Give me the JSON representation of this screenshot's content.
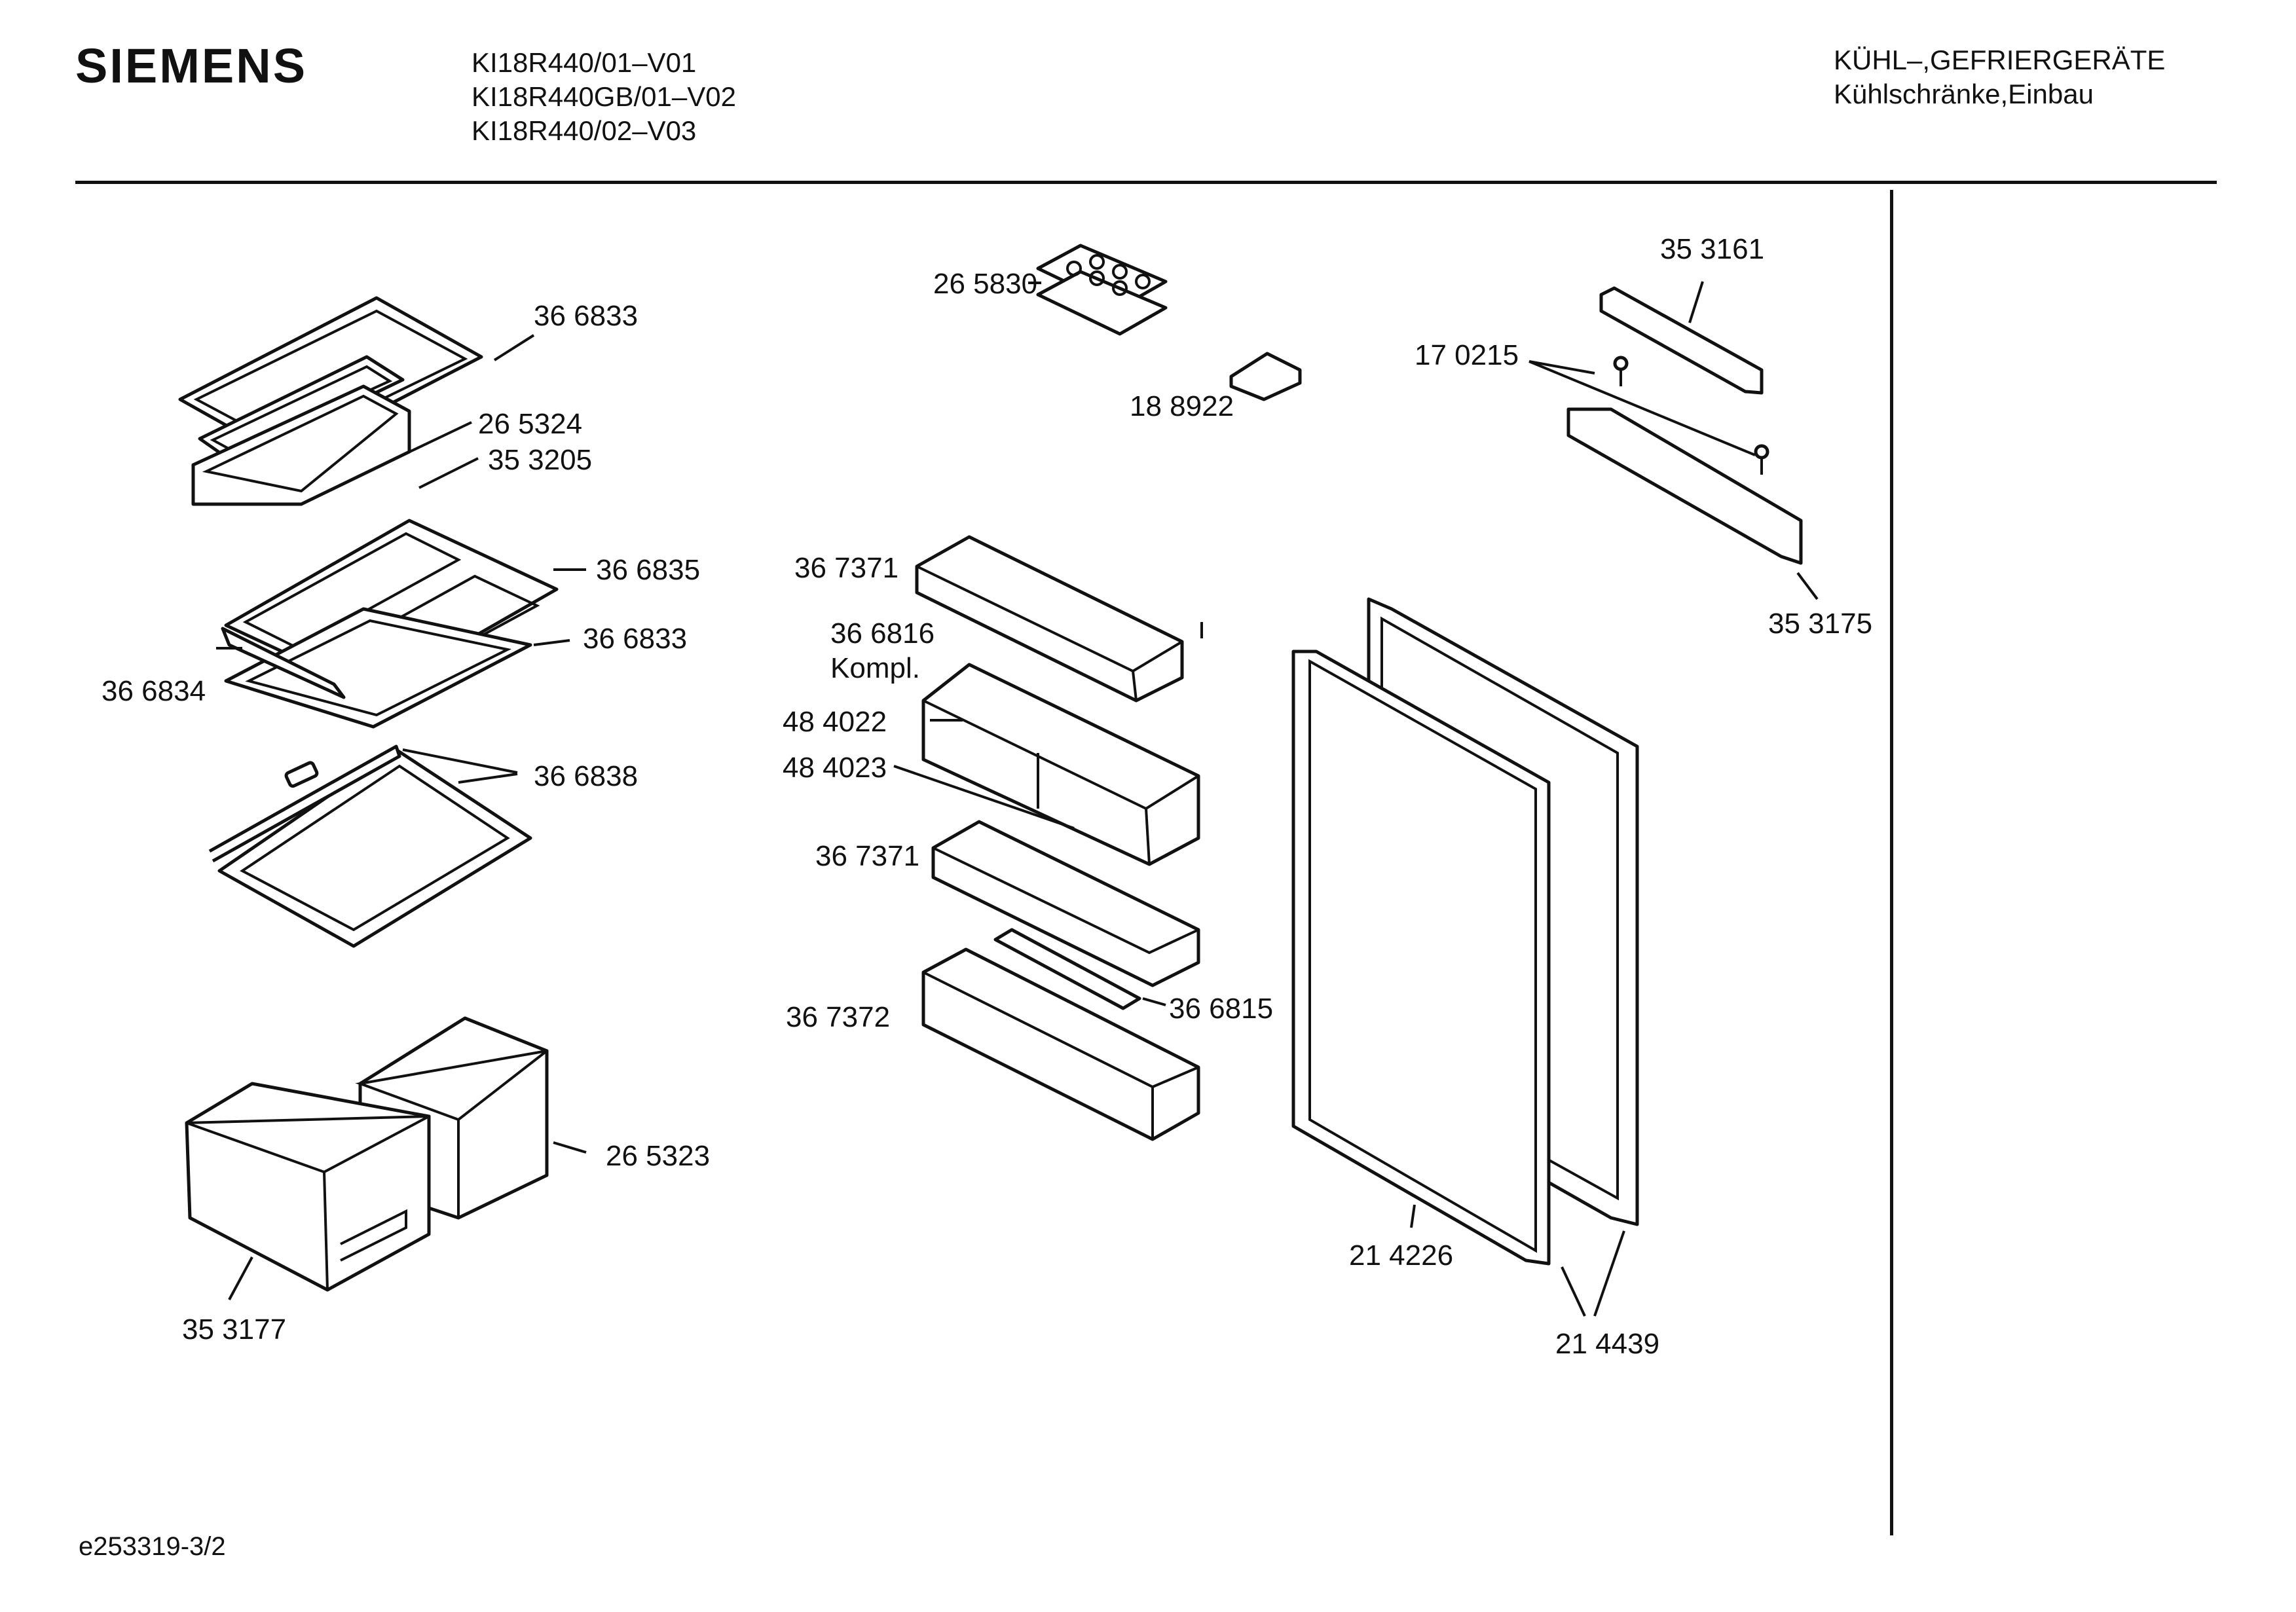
{
  "header": {
    "brand": "SIEMENS",
    "models": [
      "KI18R440/01–V01",
      "KI18R440GB/01–V02",
      "KI18R440/02–V03"
    ],
    "category": [
      "KÜHL–,GEFRIERGERÄTE",
      "Kühlschränke,Einbau"
    ]
  },
  "footer": {
    "doc_id": "e253319-3/2"
  },
  "parts": [
    {
      "key": "p366833a",
      "text": "36 6833"
    },
    {
      "key": "p265324",
      "text": "26 5324"
    },
    {
      "key": "p353205",
      "text": "35 3205"
    },
    {
      "key": "p366835",
      "text": "36 6835"
    },
    {
      "key": "p366833b",
      "text": "36 6833"
    },
    {
      "key": "p366834",
      "text": "36 6834"
    },
    {
      "key": "p366838",
      "text": "36 6838"
    },
    {
      "key": "p265323",
      "text": "26 5323"
    },
    {
      "key": "p353177",
      "text": "35 3177"
    },
    {
      "key": "p265830",
      "text": "26 5830"
    },
    {
      "key": "p188922",
      "text": "18 8922"
    },
    {
      "key": "p367371a",
      "text": "36 7371"
    },
    {
      "key": "p366816",
      "text": "36 6816"
    },
    {
      "key": "kompl",
      "text": "Kompl."
    },
    {
      "key": "p484022",
      "text": "48 4022"
    },
    {
      "key": "p484023",
      "text": "48 4023"
    },
    {
      "key": "p367371b",
      "text": "36 7371"
    },
    {
      "key": "p367372",
      "text": "36 7372"
    },
    {
      "key": "p366815",
      "text": "36 6815"
    },
    {
      "key": "p353161",
      "text": "35 3161"
    },
    {
      "key": "p170215",
      "text": "17 0215"
    },
    {
      "key": "p353175",
      "text": "35 3175"
    },
    {
      "key": "p214226",
      "text": "21 4226"
    },
    {
      "key": "p214439",
      "text": "21 4439"
    }
  ]
}
